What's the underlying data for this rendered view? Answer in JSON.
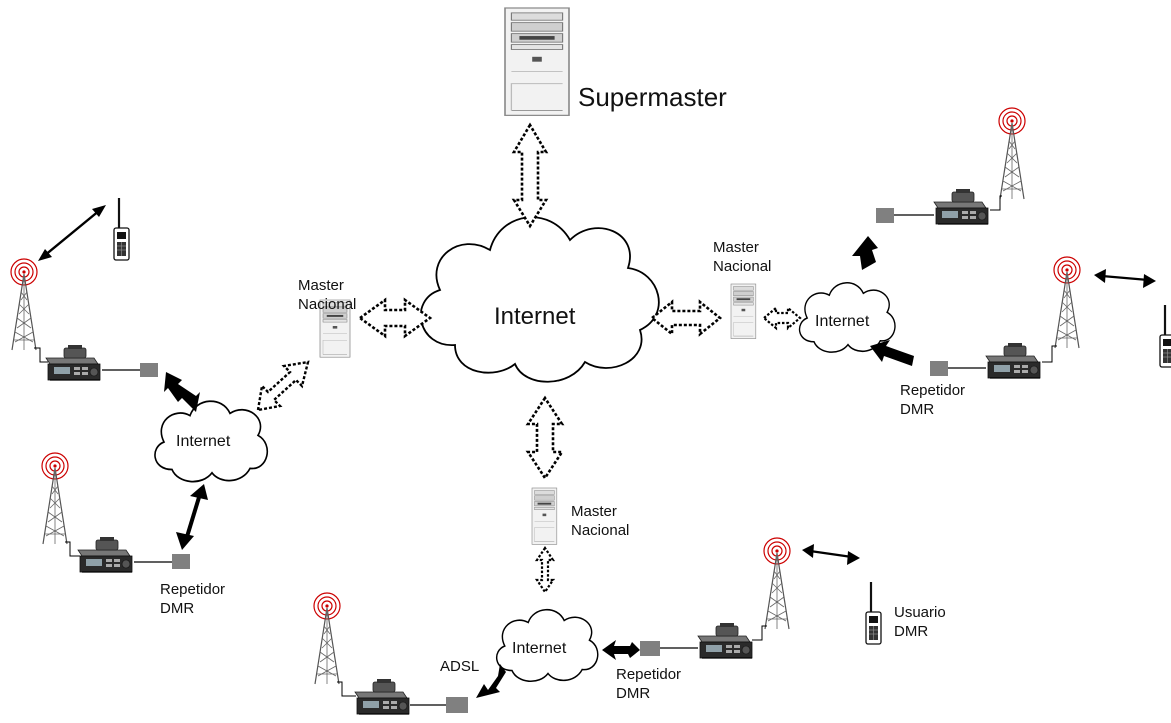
{
  "labels": {
    "supermaster": "Supermaster",
    "internet_main": "Internet",
    "internet_cloud": "Internet",
    "master": [
      "Master",
      "Nacional"
    ],
    "repetidor": [
      "Repetidor",
      "DMR"
    ],
    "usuario": [
      "Usuario",
      "DMR"
    ],
    "adsl": "ADSL"
  },
  "colors": {
    "line": "#000000",
    "tower_ring": "#cc0000",
    "connector": "#808080",
    "server_body": "#f2f2f2"
  },
  "icons": {
    "server": "server-tower-icon",
    "cloud": "cloud-icon",
    "radio_tower": "radio-tower-icon",
    "mobile_radio": "mobile-radio-icon",
    "handheld": "handheld-radio-icon"
  }
}
